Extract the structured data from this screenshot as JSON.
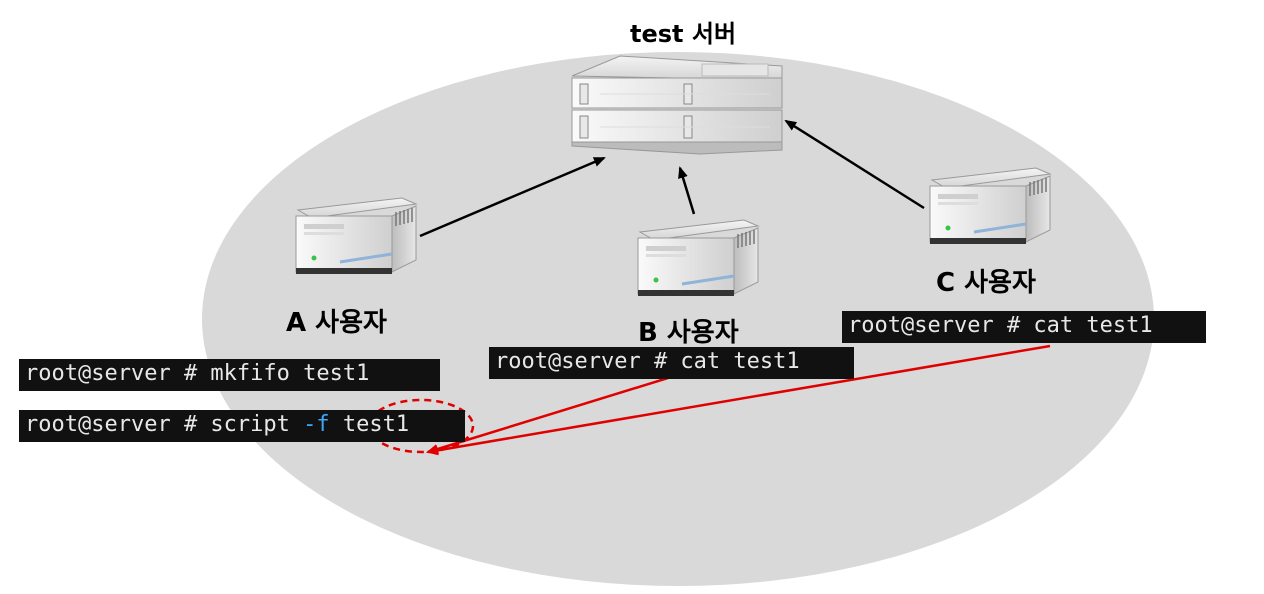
{
  "server": {
    "title": "test 서버"
  },
  "users": {
    "a": {
      "label": "A 사용자"
    },
    "b": {
      "label": "B 사용자"
    },
    "c": {
      "label": "C 사용자"
    }
  },
  "terminals": {
    "a_mkfifo": {
      "prompt": "root@server # mkfifo test1"
    },
    "a_script": {
      "prompt": "root@server # script ",
      "option": "-f",
      "target": " test1"
    },
    "b_cat": {
      "prompt": "root@server # cat test1"
    },
    "c_cat": {
      "prompt": "root@server # cat test1"
    }
  },
  "colors": {
    "background_ellipse": "#d9d9d9",
    "terminal_bg": "#111111",
    "terminal_fg": "#e8e8e8",
    "option_fg": "#3fa7f5",
    "pipe_arrow": "#e00000",
    "connection_arrow": "#000000"
  }
}
